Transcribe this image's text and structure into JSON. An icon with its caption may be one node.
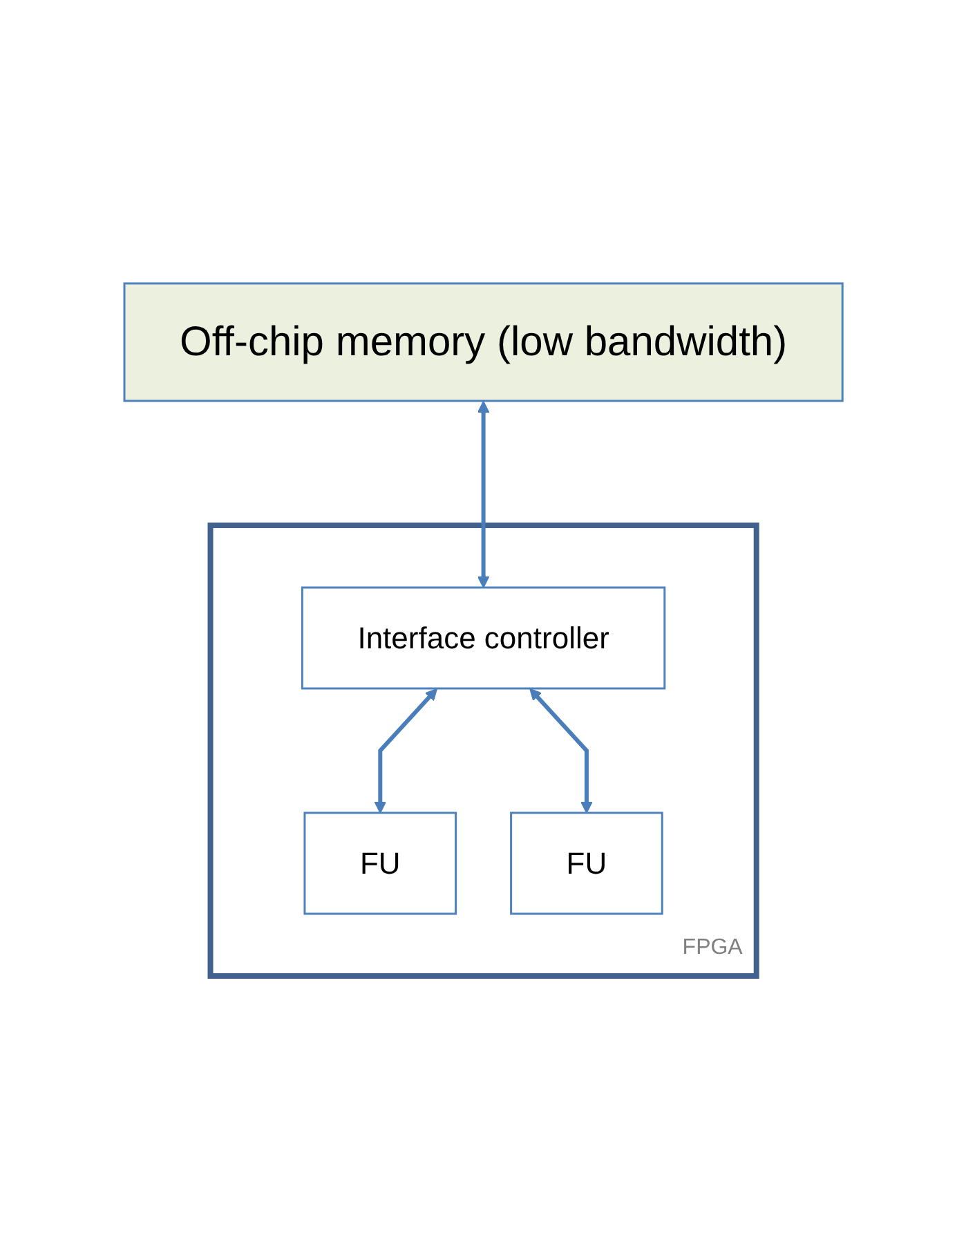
{
  "diagram": {
    "nodes": [
      {
        "text": [
          "Off-chip memory (low bandwidth)"
        ]
      },
      {
        "text": [
          "FPGA"
        ]
      },
      {
        "text": [
          "Interface controller"
        ],
        "in": 1
      },
      {
        "text": [
          "FU"
        ],
        "in": 1
      },
      {
        "text": [
          "FU"
        ],
        "in": 1
      }
    ],
    "edges": [
      {
        "from": 0,
        "to": 2,
        "arrow": "both"
      },
      {
        "from": 2,
        "to": 3,
        "arrow": "both"
      },
      {
        "from": 2,
        "to": 4,
        "arrow": "both"
      }
    ]
  }
}
